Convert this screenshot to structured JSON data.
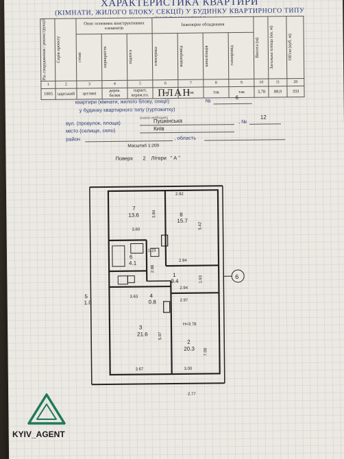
{
  "header": {
    "title": "ХАРАКТЕРИСТИКА КВАРТИРИ",
    "subtitle": "(КІМНАТИ, ЖИЛОГО БЛОКУ, СЕКЦІЇ) У БУДИНКУ КВАРТИРНОГО ТИПУ (ГУРТОЖИТКУ)"
  },
  "table": {
    "group_headers": [
      "Опис основних конструктивних елементів",
      "Інженерне обладнання"
    ],
    "columns": [
      "Рік спорудження / реконструкції",
      "Серія проекту",
      "стіни",
      "перекриття",
      "підлога",
      "електрика",
      "водопровід",
      "каналізація",
      "газопровід",
      "Висота (м)",
      "Загальна площа (кв. м)",
      "Об'єм (куб. м)"
    ],
    "numbers": [
      "1",
      "2",
      "3",
      "4",
      "5",
      "6",
      "7",
      "8",
      "9",
      "10",
      "11",
      "20"
    ],
    "values": [
      "1905",
      "царський",
      "цеглянi",
      "дерев. балки",
      "паркет, керам.пл.",
      "так",
      "так",
      "так",
      "так",
      "3,78",
      "88,0",
      "333"
    ]
  },
  "plan": {
    "title": "ПЛАН",
    "line1_label": "квартири (кімнати, жилого блоку, секції)",
    "line1_no_label": "№",
    "apartment_no": "6",
    "line2_label": "у будинку квартирного типу (гуртожитку)",
    "street_label": "вул. (провулок, площа)",
    "street_hint": "(назва необхідне)",
    "street_value": "Пушкінська",
    "house_no_label": ", №",
    "house_no": "12",
    "city_label": "місто (селище, село)",
    "city_value": "Київ",
    "district_label": "район",
    "region_label": ", область",
    "scale": "Масштаб 1:200",
    "floor_label": "Поверх",
    "floor_value": "2",
    "letter_label": "Літери",
    "letter_value": "\" А \""
  },
  "rooms": [
    {
      "no": "7",
      "area": "13.6"
    },
    {
      "no": "8",
      "area": "15.7"
    },
    {
      "no": "6",
      "area": "4.1"
    },
    {
      "no": "1",
      "area": "9.4"
    },
    {
      "no": "5",
      "area": "1.0"
    },
    {
      "no": "4",
      "area": "0.8"
    },
    {
      "no": "3",
      "area": "21.6"
    },
    {
      "no": "2",
      "area": "20.3"
    }
  ],
  "dimensions": [
    "2.92",
    "3.84",
    "5.42",
    "3.60",
    "1.23",
    "2.94",
    "2.88",
    "2.94",
    "1.93",
    "3.63",
    "2.97",
    "5.97",
    "H=3.78",
    "7.00",
    "3.67",
    "3.00",
    "2.77"
  ],
  "apartment_marker": "6",
  "watermark": {
    "text": "KYIV_AGENT",
    "color": "#1f7a5a"
  }
}
